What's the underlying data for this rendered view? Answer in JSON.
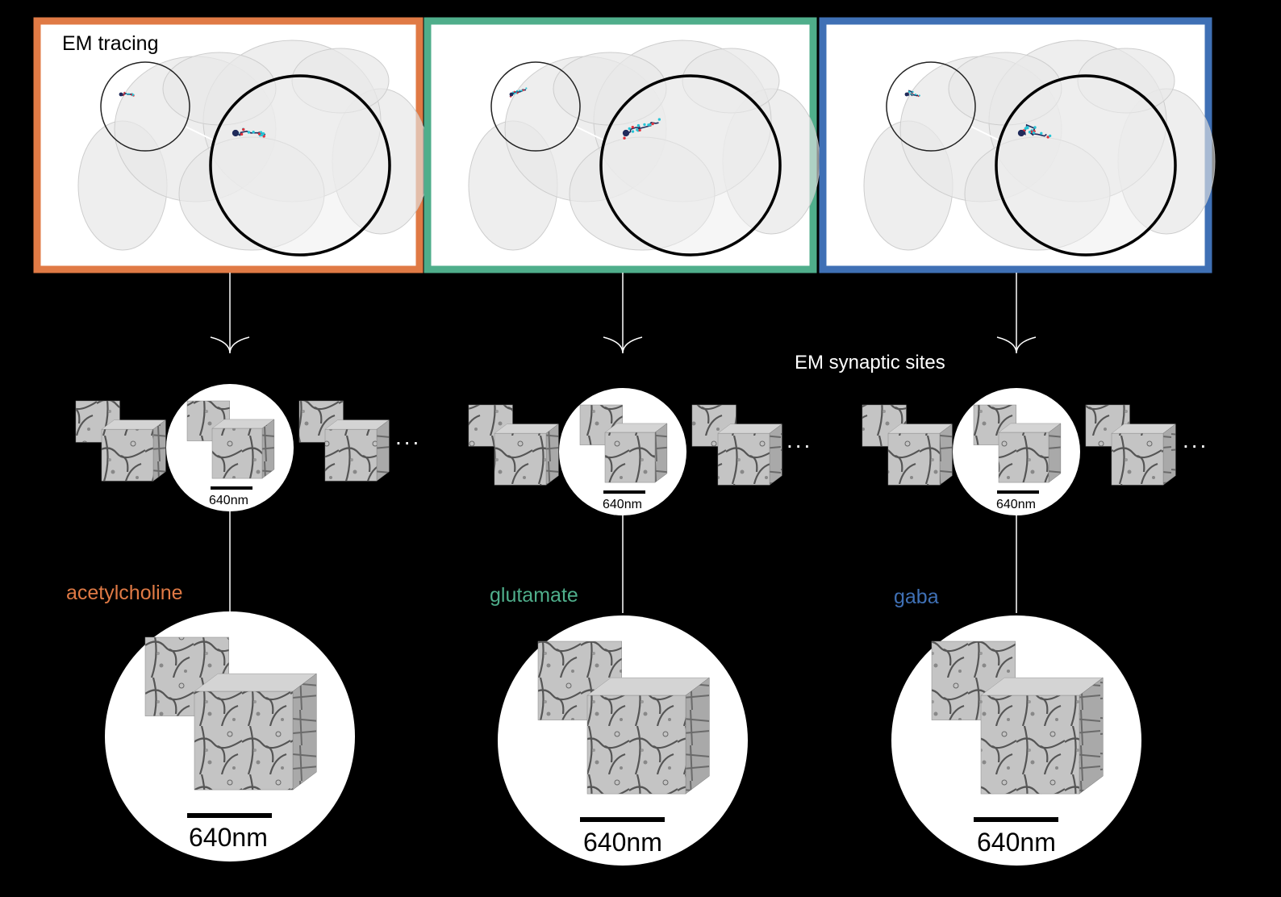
{
  "panel_title": "EM tracing",
  "section_label": "EM synaptic sites",
  "columns": [
    {
      "neurotransmitter": "acetylcholine",
      "color": "#e07a45",
      "scale_small": "640nm",
      "scale_large": "640nm",
      "more": "..."
    },
    {
      "neurotransmitter": "glutamate",
      "color": "#4fae8b",
      "scale_small": "640nm",
      "scale_large": "640nm",
      "more": "..."
    },
    {
      "neurotransmitter": "gaba",
      "color": "#3f70b5",
      "scale_small": "640nm",
      "scale_large": "640nm",
      "more": "..."
    }
  ],
  "neuron_colors": {
    "skeleton": "#1f2a5a",
    "pre": "#27c4d6",
    "post": "#e0303a"
  }
}
